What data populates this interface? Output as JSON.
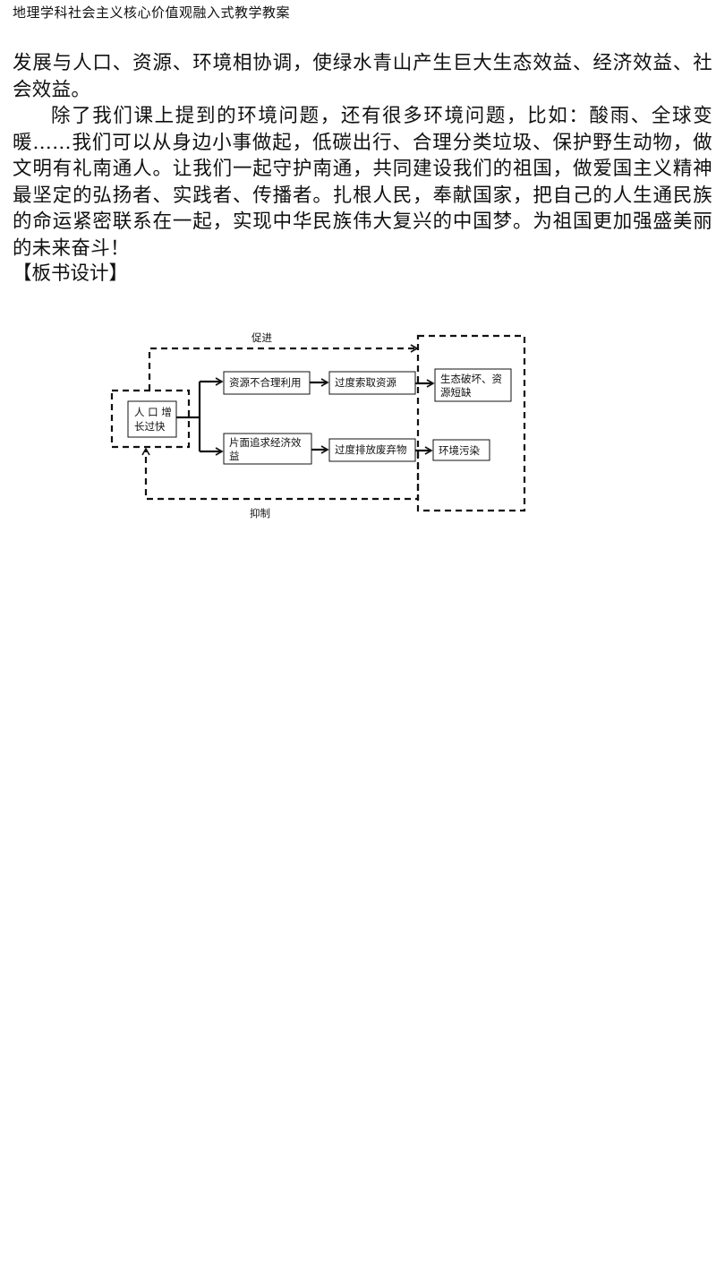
{
  "header": {
    "title": "地理学科社会主义核心价值观融入式教学教案"
  },
  "body": {
    "para1": "发展与人口、资源、环境相协调，使绿水青山产生巨大生态效益、经济效益、社会效益。",
    "para2": "除了我们课上提到的环境问题，还有很多环境问题，比如：酸雨、全球变暖……我们可以从身边小事做起，低碳出行、合理分类垃圾、保护野生动物，做文明有礼南通人。让我们一起守护南通，共同建设我们的祖国，做爱国主义精神最坚定的弘扬者、实践者、传播者。扎根人民，奉献国家，把自己的人生通民族的命运紧密联系在一起，实现中华民族伟大复兴的中国梦。为祖国更加强盛美丽的未来奋斗！",
    "section_heading": "【板书设计】"
  },
  "diagram": {
    "top_label": "促进",
    "bottom_label": "抑制",
    "start_line1": "人 口 增",
    "start_line2": "长过快",
    "upper_step1": "资源不合理利用",
    "upper_step2": "过度索取资源",
    "upper_result_line1": "生态破坏、资",
    "upper_result_line2": "源短缺",
    "lower_step1_line1": "片面追求经济效",
    "lower_step1_line2": "益",
    "lower_step2": "过度排放废弃物",
    "lower_result": "环境污染"
  }
}
